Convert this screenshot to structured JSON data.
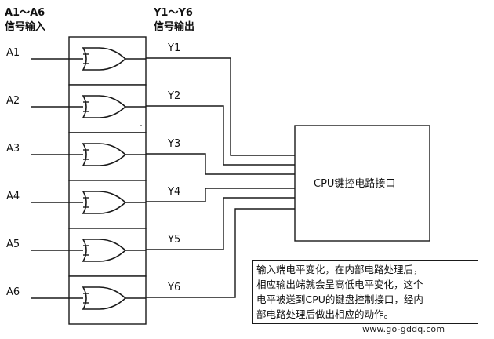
{
  "header": {
    "input_range": "A1～A6",
    "input_title": "信号输入",
    "output_range": "Y1～Y6",
    "output_title": "信号输出"
  },
  "channels": [
    {
      "input": "A1",
      "output": "Y1"
    },
    {
      "input": "A2",
      "output": "Y2"
    },
    {
      "input": "A3",
      "output": "Y3"
    },
    {
      "input": "A4",
      "output": "Y4"
    },
    {
      "input": "A5",
      "output": "Y5"
    },
    {
      "input": "A6",
      "output": "Y6"
    }
  ],
  "cpu_label": "CPU键控电路接口",
  "note_lines": [
    "输入端电平变化，在内部电路处理后，",
    "相应输出端就会呈高低电平变化，这个",
    "电平被送到CPU的键盘控制接口，经内",
    "部电路处理后做出相应的动作。"
  ],
  "watermark": "www.go-gddq.com"
}
